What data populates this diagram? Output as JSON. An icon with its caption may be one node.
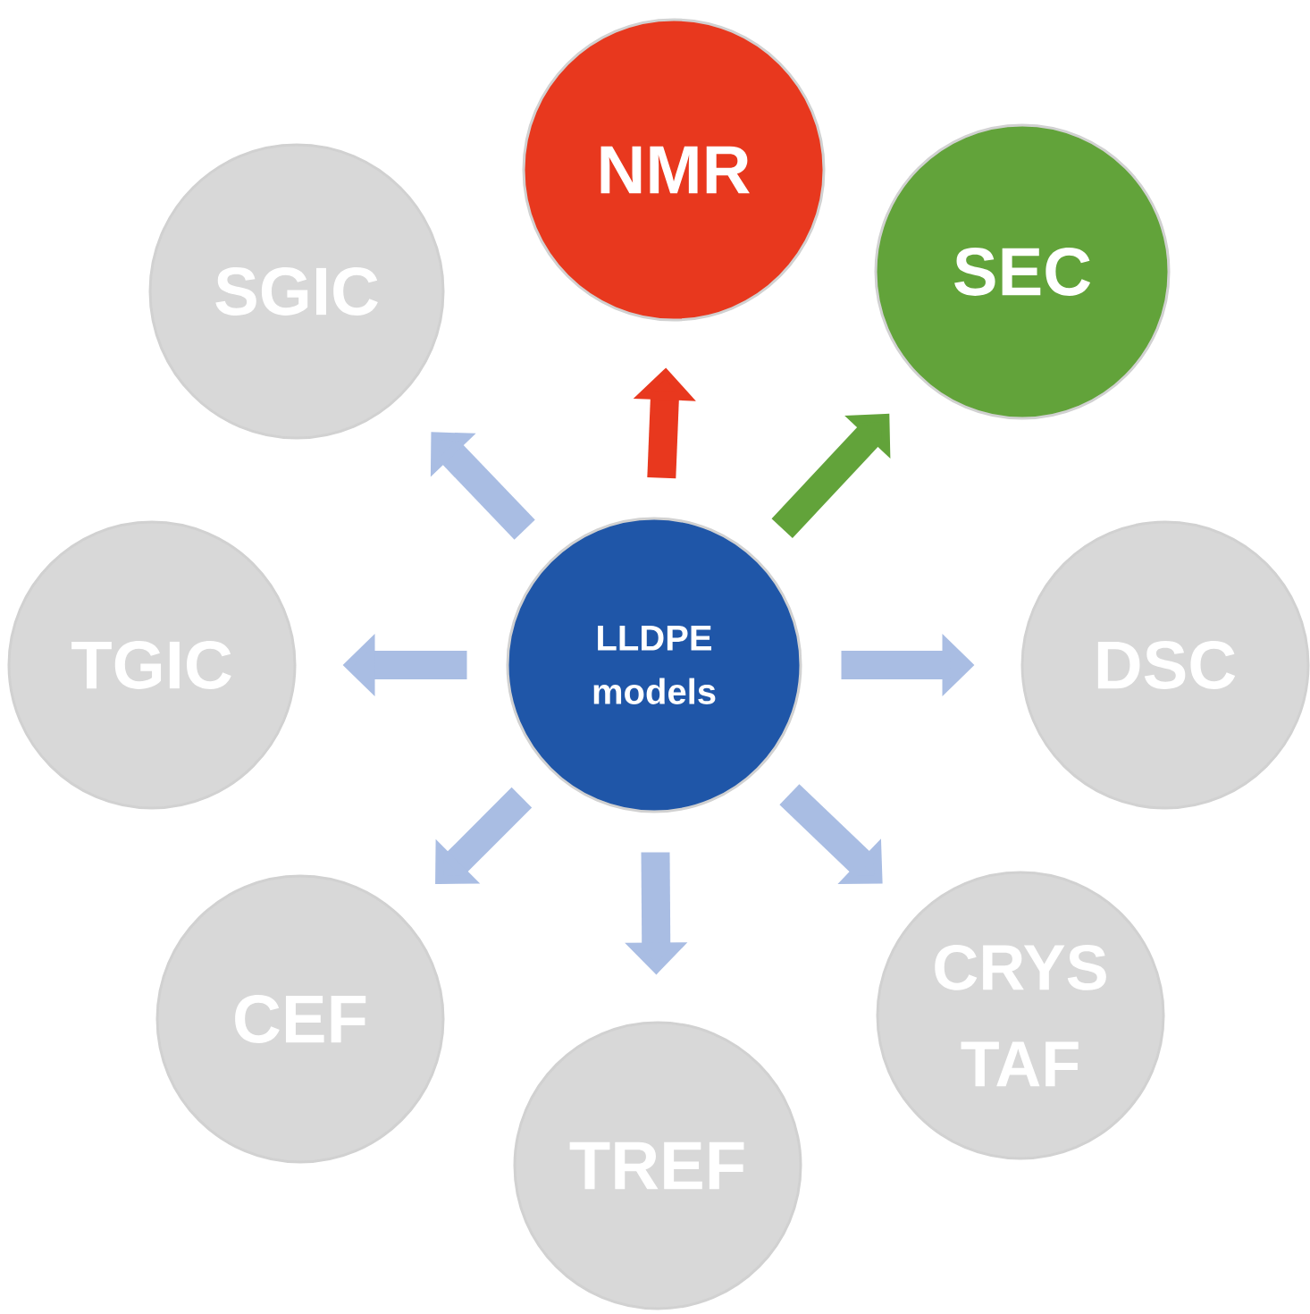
{
  "diagram": {
    "nodes": [
      {
        "text": [
          "LLDPE models"
        ]
      },
      {
        "text": [
          "NMR"
        ]
      },
      {
        "text": [
          "SEC"
        ]
      },
      {
        "text": [
          "DSC"
        ]
      },
      {
        "text": [
          "CRYS TAF"
        ]
      },
      {
        "text": [
          "TREF"
        ]
      },
      {
        "text": [
          "CEF"
        ]
      },
      {
        "text": [
          "TGIC"
        ]
      },
      {
        "text": [
          "SGIC"
        ]
      }
    ],
    "edges": [
      {
        "from": 0,
        "to": 1,
        "arrow": "to",
        "color": "#e8381e"
      },
      {
        "from": 0,
        "to": 2,
        "arrow": "to",
        "color": "#62a33a"
      },
      {
        "from": 0,
        "to": 3,
        "arrow": "to"
      },
      {
        "from": 0,
        "to": 4,
        "arrow": "to"
      },
      {
        "from": 0,
        "to": 5,
        "arrow": "to"
      },
      {
        "from": 0,
        "to": 6,
        "arrow": "to"
      },
      {
        "from": 0,
        "to": 7,
        "arrow": "to"
      },
      {
        "from": 0,
        "to": 8,
        "arrow": "to"
      }
    ]
  }
}
